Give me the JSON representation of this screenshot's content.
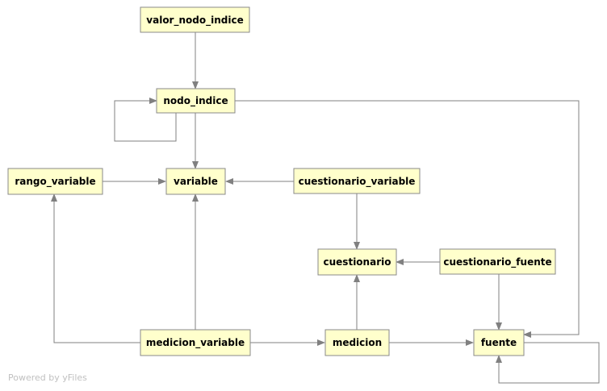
{
  "diagram": {
    "nodes": {
      "valor_nodo_indice": "valor_nodo_indice",
      "nodo_indice": "nodo_indice",
      "rango_variable": "rango_variable",
      "variable": "variable",
      "cuestionario_variable": "cuestionario_variable",
      "cuestionario": "cuestionario",
      "cuestionario_fuente": "cuestionario_fuente",
      "medicion_variable": "medicion_variable",
      "medicion": "medicion",
      "fuente": "fuente"
    },
    "edges": [
      {
        "from": "valor_nodo_indice",
        "to": "nodo_indice"
      },
      {
        "from": "nodo_indice",
        "to": "nodo_indice"
      },
      {
        "from": "nodo_indice",
        "to": "variable"
      },
      {
        "from": "nodo_indice",
        "to": "fuente"
      },
      {
        "from": "rango_variable",
        "to": "variable"
      },
      {
        "from": "cuestionario_variable",
        "to": "variable"
      },
      {
        "from": "cuestionario_variable",
        "to": "cuestionario"
      },
      {
        "from": "cuestionario_fuente",
        "to": "cuestionario"
      },
      {
        "from": "cuestionario_fuente",
        "to": "fuente"
      },
      {
        "from": "medicion_variable",
        "to": "rango_variable"
      },
      {
        "from": "medicion_variable",
        "to": "variable"
      },
      {
        "from": "medicion_variable",
        "to": "medicion"
      },
      {
        "from": "medicion",
        "to": "cuestionario"
      },
      {
        "from": "medicion",
        "to": "fuente"
      },
      {
        "from": "fuente",
        "to": "fuente"
      }
    ],
    "colors": {
      "node_fill": "#ffffcc",
      "node_border": "#8a8a8a",
      "edge": "#808080",
      "watermark": "#c0c0c0"
    }
  },
  "footer": {
    "watermark": "Powered by yFiles"
  }
}
